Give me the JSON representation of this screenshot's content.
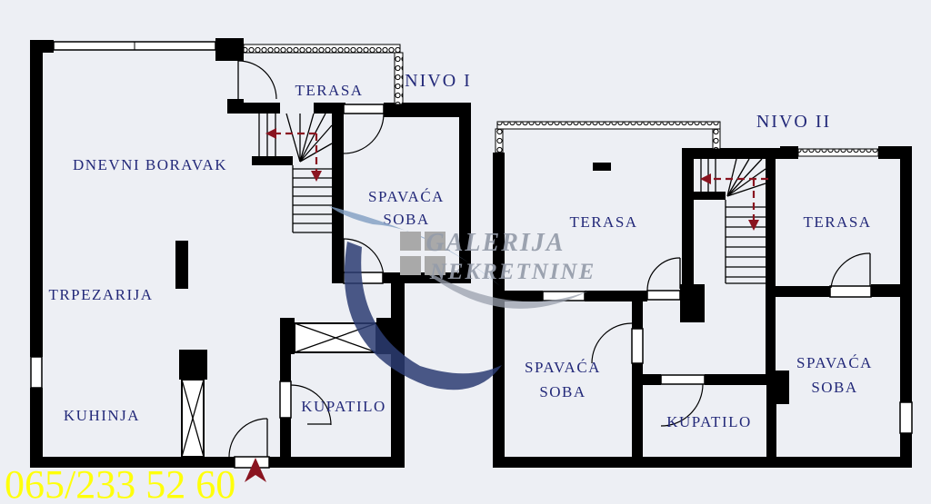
{
  "plan": {
    "level1": {
      "name_label": "NIVO I",
      "rooms": {
        "living": "DNEVNI BORAVAK",
        "terrace": "TERASA",
        "bedroom_line1": "SPAVAĆA",
        "bedroom_line2": "SOBA",
        "dining": "TRPEZARIJA",
        "kitchen": "KUHINJA",
        "bathroom": "KUPATILO"
      }
    },
    "level2": {
      "name_label": "NIVO II",
      "rooms": {
        "terrace_left": "TERASA",
        "terrace_right": "TERASA",
        "bedroom_left_line1": "SPAVAĆA",
        "bedroom_left_line2": "SOBA",
        "bathroom": "KUPATILO",
        "bedroom_right_line1": "SPAVAĆA",
        "bedroom_right_line2": "SOBA"
      }
    }
  },
  "watermark": {
    "line1": "GALERIJA",
    "line2": "NEKRETNINE"
  },
  "phone": "065/233 52 60",
  "colors": {
    "background": "#edeff4",
    "walls": "#000000",
    "room_label": "#232979",
    "stair_arrow": "#8a1420",
    "phone": "#ffff0a",
    "watermark_text": "#959caa"
  }
}
